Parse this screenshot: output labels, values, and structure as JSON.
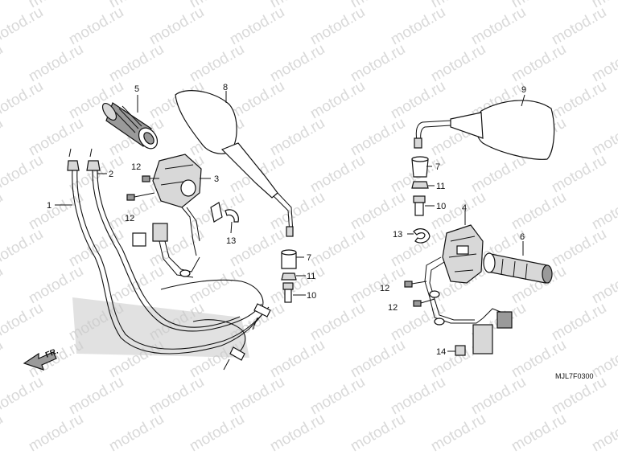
{
  "watermark": {
    "text": "motod.ru",
    "color": "#d9d9d9"
  },
  "diagram_code": "MJL7F0300",
  "direction_label": "FR.",
  "callouts": [
    {
      "id": "c1",
      "label": "1"
    },
    {
      "id": "c2",
      "label": "2"
    },
    {
      "id": "c3",
      "label": "3"
    },
    {
      "id": "c4",
      "label": "4"
    },
    {
      "id": "c5",
      "label": "5"
    },
    {
      "id": "c6",
      "label": "6"
    },
    {
      "id": "c7a",
      "label": "7"
    },
    {
      "id": "c7b",
      "label": "7"
    },
    {
      "id": "c8",
      "label": "8"
    },
    {
      "id": "c9",
      "label": "9"
    },
    {
      "id": "c10a",
      "label": "10"
    },
    {
      "id": "c10b",
      "label": "10"
    },
    {
      "id": "c11a",
      "label": "11"
    },
    {
      "id": "c11b",
      "label": "11"
    },
    {
      "id": "c12a",
      "label": "12"
    },
    {
      "id": "c12b",
      "label": "12"
    },
    {
      "id": "c12c",
      "label": "12"
    },
    {
      "id": "c12d",
      "label": "12"
    },
    {
      "id": "c13a",
      "label": "13"
    },
    {
      "id": "c13b",
      "label": "13"
    },
    {
      "id": "c14",
      "label": "14"
    }
  ]
}
